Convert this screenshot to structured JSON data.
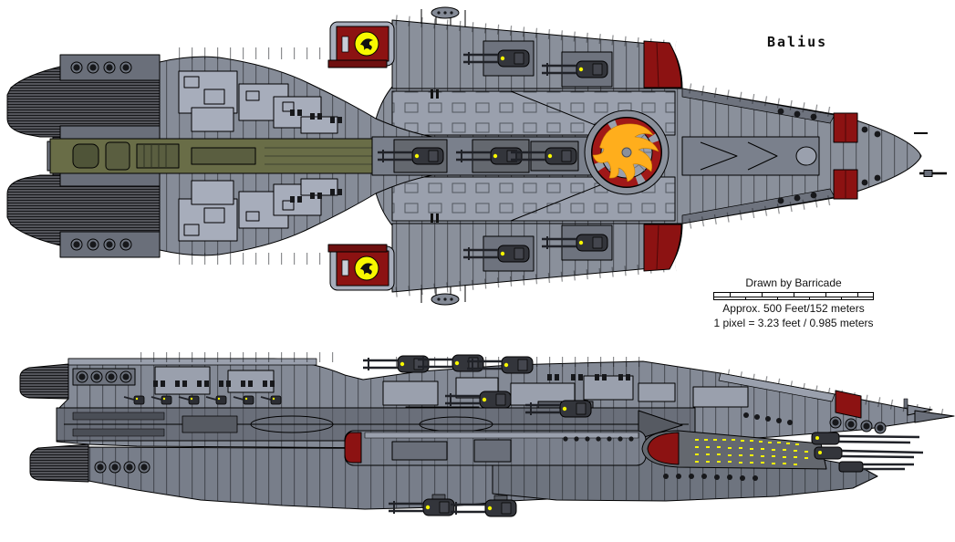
{
  "title": "Balius",
  "ship": {
    "name": "Balius",
    "emblem": "phoenix-roundel",
    "views": [
      "dorsal",
      "profile"
    ]
  },
  "legend": {
    "credit": "Drawn by Barricade",
    "scale_label": "Approx. 500 Feet/152 meters",
    "pixel_scale_label": "1 pixel = 3.23 feet / 0.985 meters",
    "scale_bar_segments": 5
  },
  "colors": {
    "background": "#FFFFFF",
    "outline": "#000000",
    "hull_light": "#A7ADBB",
    "hull_mid": "#8A909B",
    "hull_mid2": "#7A808C",
    "hull_dark": "#6A6F7A",
    "hull_shadow": "#5E626B",
    "engine_dark": "#54555B",
    "spine_olive": "#696D47",
    "spine_olive_dark": "#4F5438",
    "accent_red": "#8C1212",
    "emblem_ring_red": "#A01818",
    "emblem_orange": "#FFAE1C",
    "accent_yellow": "#F8F800",
    "turret_dark": "#33353B"
  }
}
